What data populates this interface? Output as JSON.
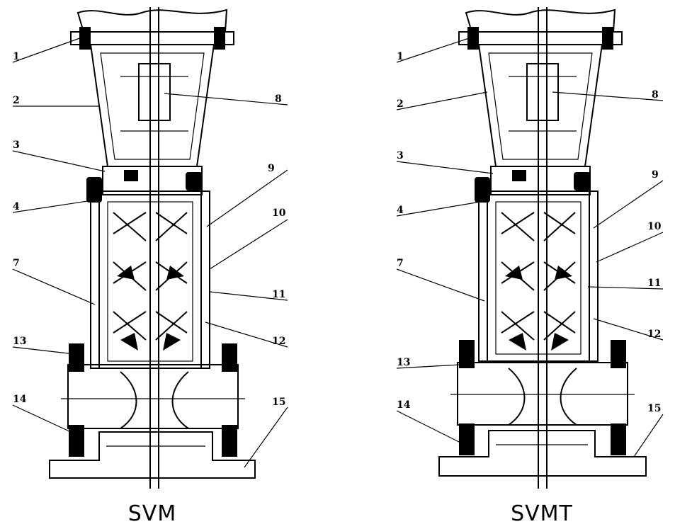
{
  "diagrams": [
    {
      "caption": "SVM",
      "labels": [
        "1",
        "2",
        "3",
        "4",
        "8",
        "9",
        "10",
        "7",
        "11",
        "13",
        "12",
        "14",
        "15"
      ]
    },
    {
      "caption": "SVMT",
      "labels": [
        "1",
        "2",
        "3",
        "4",
        "8",
        "9",
        "10",
        "7",
        "11",
        "13",
        "12",
        "14",
        "15"
      ]
    }
  ]
}
